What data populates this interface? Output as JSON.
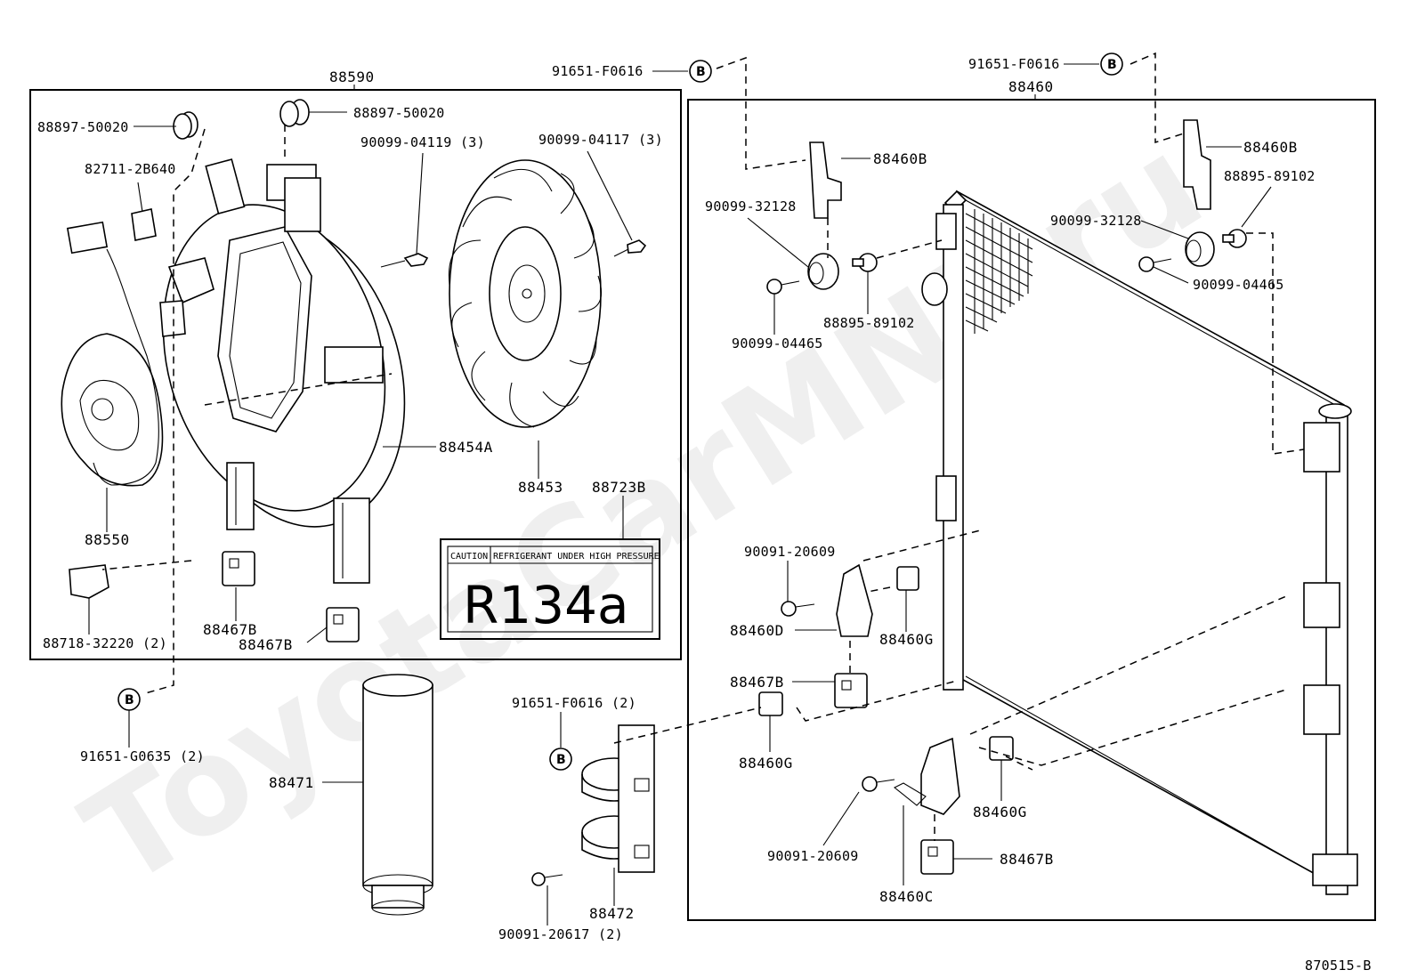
{
  "watermark": "ToyotaCarMNP.ru",
  "diagram_code": "870515-B",
  "groups": {
    "fan_shroud": "88590",
    "condenser": "88460"
  },
  "labels": {
    "l_88897_a": "88897-50020",
    "l_88897_b": "88897-50020",
    "l_82711": "82711-2B640",
    "l_90099_04119": "90099-04119 (3)",
    "l_90099_04117": "90099-04117 (3)",
    "l_88454a": "88454A",
    "l_88453": "88453",
    "l_88550": "88550",
    "l_88723b": "88723B",
    "l_88718": "88718-32220 (2)",
    "l_88467b_a": "88467B",
    "l_88467b_b": "88467B",
    "l_91651_g0635": "91651-G0635 (2)",
    "l_88471": "88471",
    "l_91651_f0616_top1": "91651-F0616",
    "l_91651_f0616_top2": "91651-F0616",
    "l_91651_f0616_2": "91651-F0616 (2)",
    "l_88472": "88472",
    "l_90091_20617": "90091-20617 (2)",
    "l_88460b_a": "88460B",
    "l_88460b_b": "88460B",
    "l_90099_32128_a": "90099-32128",
    "l_90099_32128_b": "90099-32128",
    "l_88895_89102_a": "88895-89102",
    "l_88895_89102_b": "88895-89102",
    "l_90099_04465_a": "90099-04465",
    "l_90099_04465_b": "90099-04465",
    "l_90091_20609_a": "90091-20609",
    "l_90091_20609_b": "90091-20609",
    "l_88460d": "88460D",
    "l_88460g_a": "88460G",
    "l_88460g_b": "88460G",
    "l_88460g_c": "88460G",
    "l_88467b_c": "88467B",
    "l_88467b_d": "88467B",
    "l_88460c": "88460C"
  },
  "caution_label": {
    "caution": "CAUTION",
    "warning": "REFRIGERANT UNDER HIGH PRESSURE",
    "refrigerant": "R134a"
  },
  "ref_marker": "B"
}
